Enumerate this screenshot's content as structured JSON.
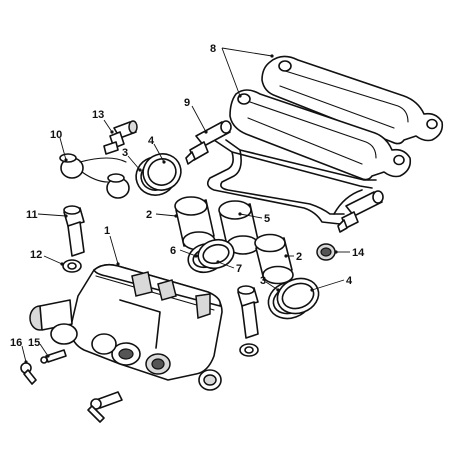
{
  "callouts": [
    {
      "id": "c1",
      "text": "1"
    },
    {
      "id": "c2a",
      "text": "2"
    },
    {
      "id": "c2b",
      "text": "2"
    },
    {
      "id": "c3a",
      "text": "3"
    },
    {
      "id": "c3b",
      "text": "3"
    },
    {
      "id": "c4a",
      "text": "4"
    },
    {
      "id": "c4b",
      "text": "4"
    },
    {
      "id": "c5",
      "text": "5"
    },
    {
      "id": "c6",
      "text": "6"
    },
    {
      "id": "c7",
      "text": "7"
    },
    {
      "id": "c8",
      "text": "8"
    },
    {
      "id": "c9",
      "text": "9"
    },
    {
      "id": "c10",
      "text": "10"
    },
    {
      "id": "c11",
      "text": "11"
    },
    {
      "id": "c12",
      "text": "12"
    },
    {
      "id": "c13",
      "text": "13"
    },
    {
      "id": "c14",
      "text": "14"
    },
    {
      "id": "c15",
      "text": "15"
    },
    {
      "id": "c16",
      "text": "16"
    }
  ]
}
